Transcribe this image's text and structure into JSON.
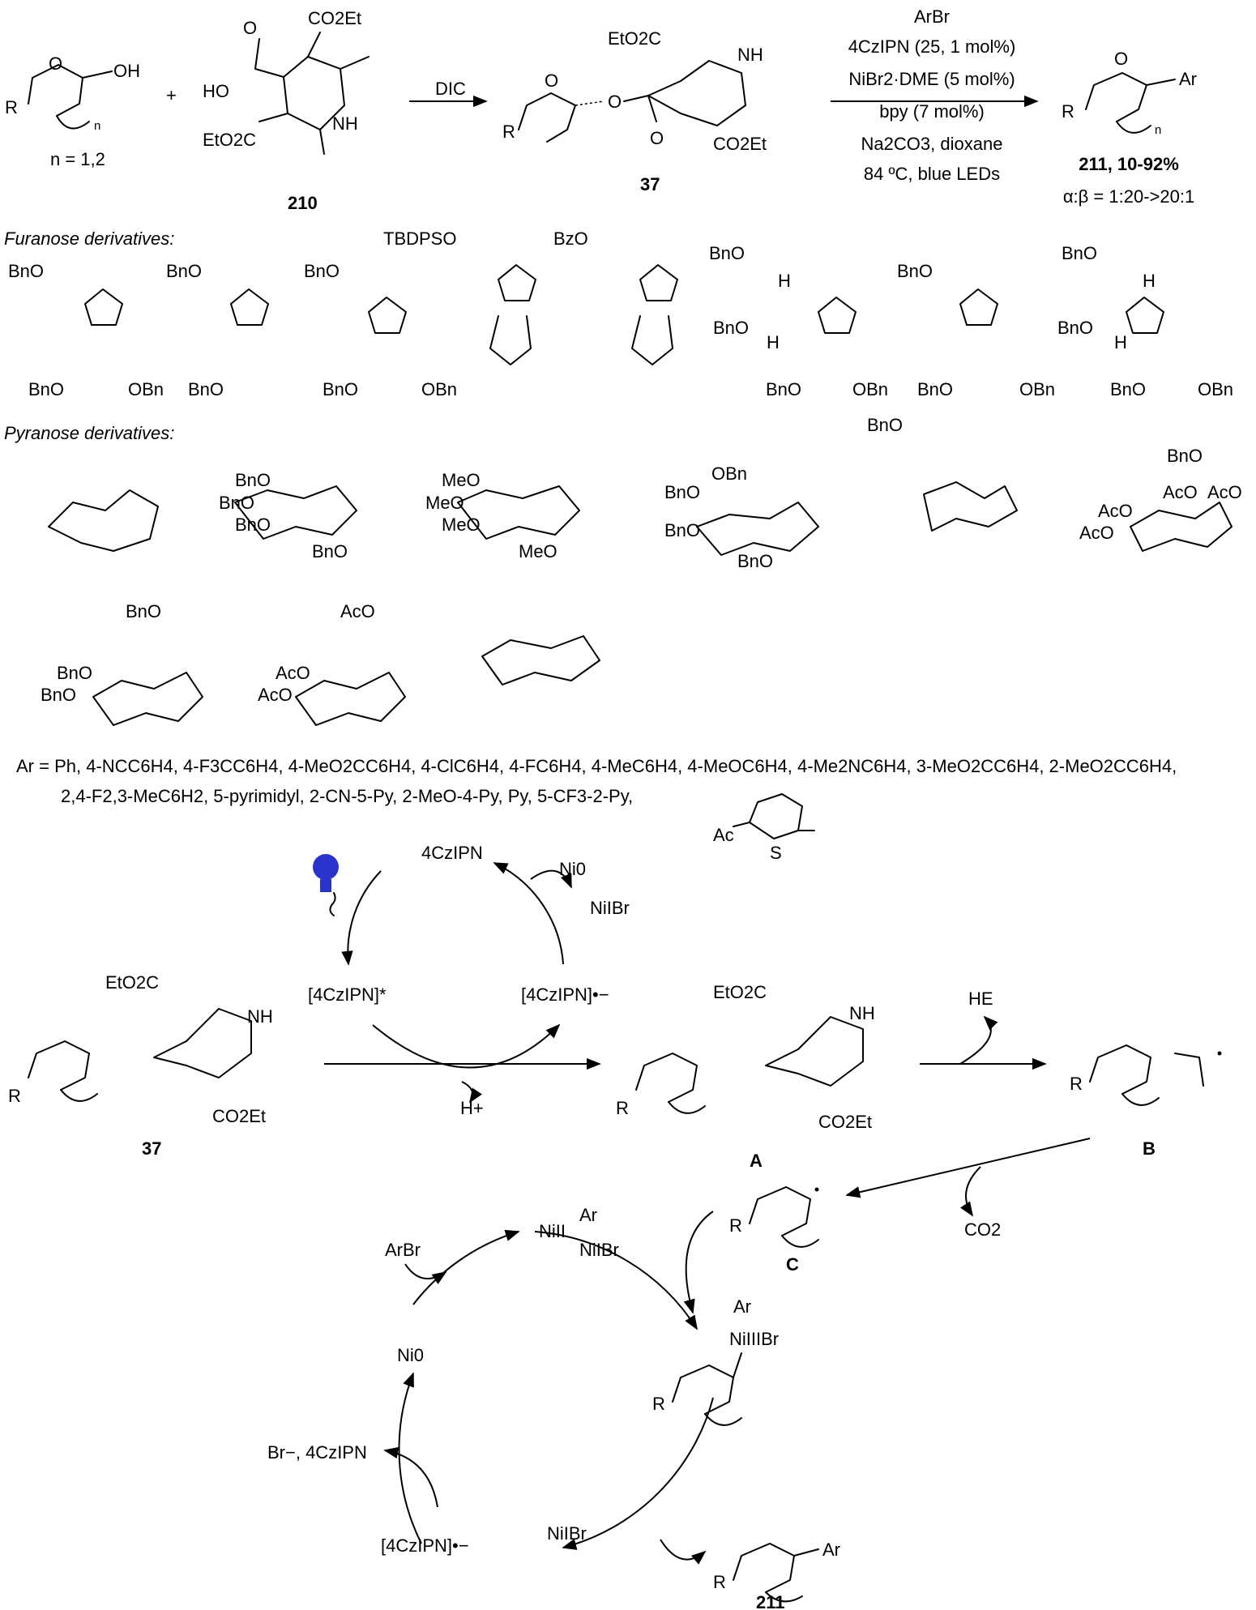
{
  "colors": {
    "ink": "#000000",
    "bulb": "#2a33cc"
  },
  "top_scheme": {
    "reactant_substituent": "R",
    "reactant_oh": "OH",
    "reactant_n": "n",
    "n_values": "n = 1,2",
    "plus": "+",
    "hooc": "HO",
    "co2et": "CO2Et",
    "eto2c": "EtO2C",
    "nh": "NH",
    "oxygen": "O",
    "compound_210": "210",
    "reagent_dic": "DIC",
    "compound_37": "37",
    "conditions": [
      "ArBr",
      "4CzIPN (25, 1 mol%)",
      "NiBr2·DME (5 mol%)",
      "bpy (7 mol%)",
      "Na2CO3, dioxane",
      "84 ºC, blue LEDs"
    ],
    "product_ar": "Ar",
    "yield": "211, 10-92%",
    "selectivity": "α:β = 1:20->20:1"
  },
  "furanose": {
    "heading": "Furanose derivatives:",
    "labels": [
      "BnO",
      "BnO",
      "OBn",
      "BnO",
      "BnO",
      "BnO",
      "BnO",
      "OBn",
      "TBDPSO",
      "BzO",
      "BnO",
      "BnO",
      "H",
      "H",
      "BnO",
      "OBn",
      "BnO",
      "BnO",
      "OBn",
      "BnO",
      "BnO",
      "H",
      "H",
      "BnO",
      "OBn"
    ]
  },
  "pyranose": {
    "heading": "Pyranose derivatives:",
    "labels": [
      "BnO",
      "BnO",
      "BnO",
      "BnO",
      "MeO",
      "MeO",
      "MeO",
      "MeO",
      "OBn",
      "BnO",
      "BnO",
      "BnO",
      "BnO",
      "BnO",
      "AcO",
      "AcO",
      "AcO",
      "AcO",
      "BnO",
      "BnO",
      "BnO",
      "AcO",
      "AcO",
      "AcO"
    ]
  },
  "ar_scope": {
    "line1": "Ar = Ph, 4-NCC6H4, 4-F3CC6H4, 4-MeO2CC6H4, 4-ClC6H4, 4-FC6H4, 4-MeC6H4, 4-MeOC6H4, 4-Me2NC6H4, 3-MeO2CC6H4, 2-MeO2CC6H4,",
    "line2": "2,4-F2,3-MeC6H2, 5-pyrimidyl, 2-CN-5-Py, 2-MeO-4-Py, Py, 5-CF3-2-Py,",
    "thiophene_ac": "Ac",
    "thiophene_s": "S"
  },
  "photocycle": {
    "pc": "4CzIPN",
    "pc_excited": "[4CzIPN]*",
    "pc_reduced": "[4CzIPN]•−",
    "ni0": "Ni0",
    "nii_br": "NiIBr",
    "proton": "H+",
    "label_37": "37",
    "label_a": "A",
    "he": "HE",
    "label_b": "B",
    "co2": "CO2",
    "label_c": "C"
  },
  "nicycle": {
    "arbr": "ArBr",
    "nii_complex": "NiII",
    "nii_ar": "Ar",
    "nii_br": "NiIBr",
    "niiii_ar": "Ar",
    "niiii": "NiIIIBr",
    "ni0": "Ni0",
    "br_pc": "Br−, 4CzIPN",
    "pc_reduced": "[4CzIPN]•−",
    "product": "211"
  }
}
